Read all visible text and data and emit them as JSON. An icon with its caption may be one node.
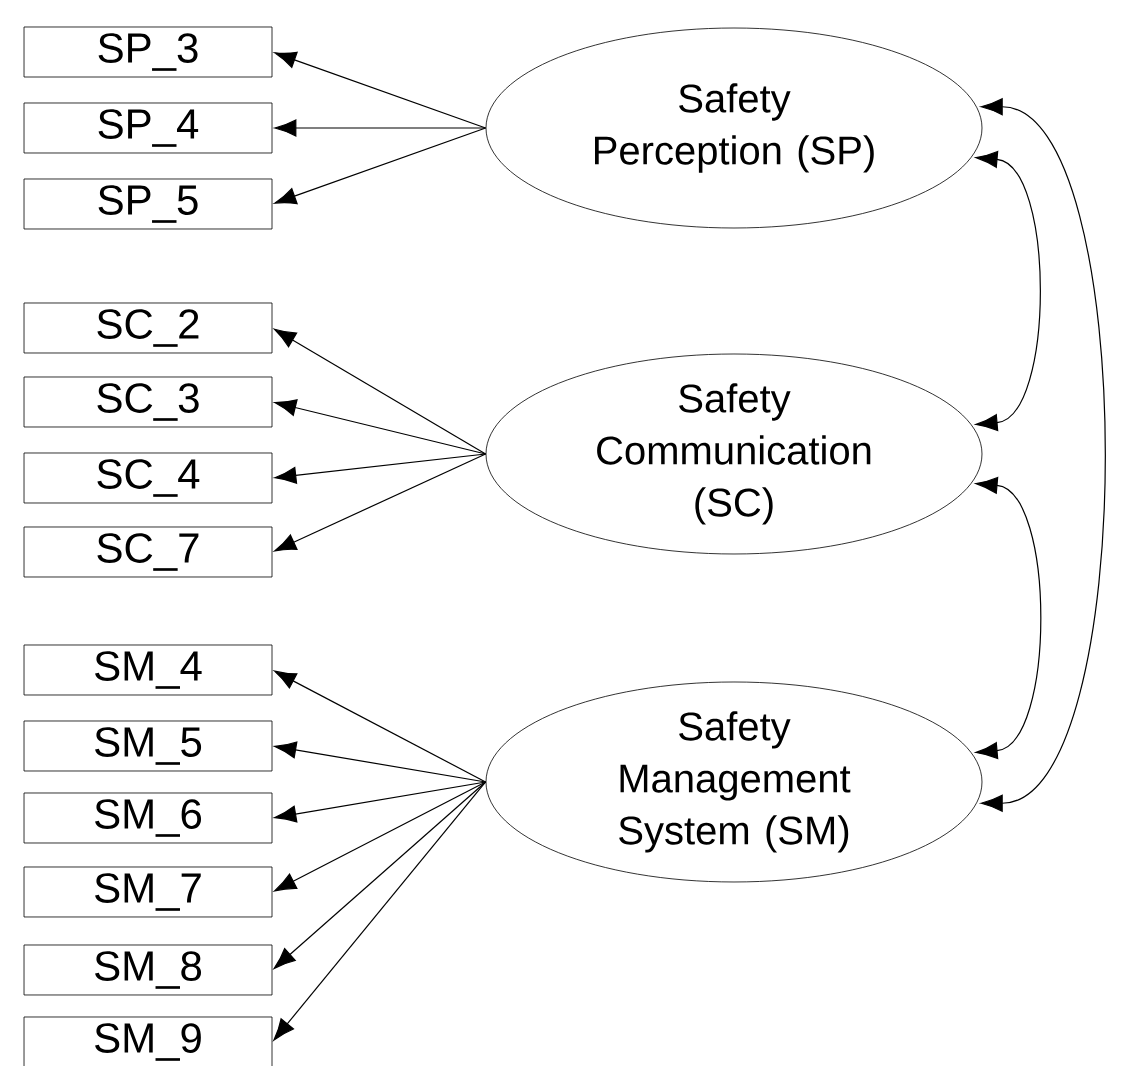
{
  "diagram": {
    "nodes": [
      {
        "text": [
          "Safety Perception (SP)"
        ]
      },
      {
        "text": [
          "SP_3"
        ]
      },
      {
        "text": [
          "SP_4"
        ]
      },
      {
        "text": [
          "SP_5"
        ]
      },
      {
        "text": [
          "Safety Communication (SC)"
        ]
      },
      {
        "text": [
          "SC_2"
        ]
      },
      {
        "text": [
          "SC_3"
        ]
      },
      {
        "text": [
          "SC_4"
        ]
      },
      {
        "text": [
          "SC_7"
        ]
      },
      {
        "text": [
          "Safety Management System (SM)"
        ]
      },
      {
        "text": [
          "SM_4"
        ]
      },
      {
        "text": [
          "SM_5"
        ]
      },
      {
        "text": [
          "SM_6"
        ]
      },
      {
        "text": [
          "SM_7"
        ]
      },
      {
        "text": [
          "SM_8"
        ]
      },
      {
        "text": [
          "SM_9"
        ]
      }
    ],
    "edges": [
      {
        "from": 0,
        "to": 1,
        "arrow": "to"
      },
      {
        "from": 0,
        "to": 2,
        "arrow": "to"
      },
      {
        "from": 0,
        "to": 3,
        "arrow": "to"
      },
      {
        "from": 4,
        "to": 5,
        "arrow": "to"
      },
      {
        "from": 4,
        "to": 6,
        "arrow": "to"
      },
      {
        "from": 4,
        "to": 7,
        "arrow": "to"
      },
      {
        "from": 4,
        "to": 8,
        "arrow": "to"
      },
      {
        "from": 9,
        "to": 10,
        "arrow": "to"
      },
      {
        "from": 9,
        "to": 11,
        "arrow": "to"
      },
      {
        "from": 9,
        "to": 12,
        "arrow": "to"
      },
      {
        "from": 9,
        "to": 13,
        "arrow": "to"
      },
      {
        "from": 9,
        "to": 14,
        "arrow": "to"
      },
      {
        "from": 9,
        "to": 15,
        "arrow": "to"
      },
      {
        "from": 0,
        "to": 4,
        "arrow": "both"
      },
      {
        "from": 4,
        "to": 9,
        "arrow": "both"
      },
      {
        "from": 0,
        "to": 9,
        "arrow": "both"
      }
    ]
  }
}
